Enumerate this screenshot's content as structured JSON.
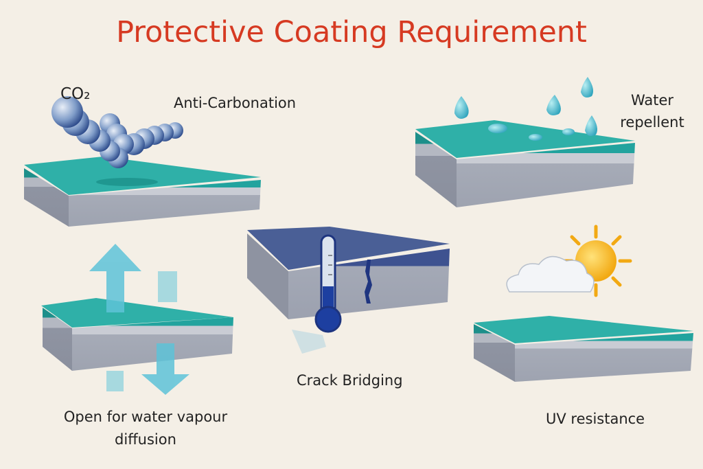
{
  "title": "Protective Coating Requirement",
  "labels": {
    "co2": "CO₂",
    "anti_carbonation": "Anti-Carbonation",
    "water_repellent_1": "Water",
    "water_repellent_2": "repellent",
    "vapour_1": "Open for water vapour",
    "vapour_2": "diffusion",
    "crack_bridging": "Crack Bridging",
    "uv_resistance": "UV resistance"
  },
  "colors": {
    "title": "#d63a22",
    "coating": "#2aa9a3",
    "crack_coating": "#4a5f96",
    "concrete": "#a9adb8",
    "background": "#f4efe6"
  }
}
